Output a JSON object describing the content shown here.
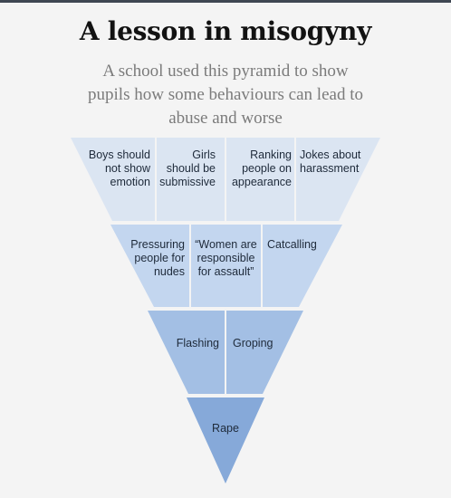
{
  "title": "A lesson in misogyny",
  "subtitle": "A school used this pyramid to show pupils how some behaviours can lead to abuse and worse",
  "colors": {
    "tier1": "#dbe5f2",
    "tier2": "#c3d6ef",
    "tier3": "#a3bfe4",
    "tier4": "#86a9d9",
    "divider": "#f4f4f4",
    "text": "#1e2a3a"
  },
  "tiers": [
    {
      "level": 1,
      "items": [
        "Boys should not show emotion",
        "Girls should be submissive",
        "Ranking people on appearance",
        "Jokes about harassment"
      ]
    },
    {
      "level": 2,
      "items": [
        "Pressuring people for nudes",
        "“Women are responsible for assault”",
        "Catcalling"
      ]
    },
    {
      "level": 3,
      "items": [
        "Flashing",
        "Groping"
      ]
    },
    {
      "level": 4,
      "items": [
        "Rape"
      ]
    }
  ]
}
